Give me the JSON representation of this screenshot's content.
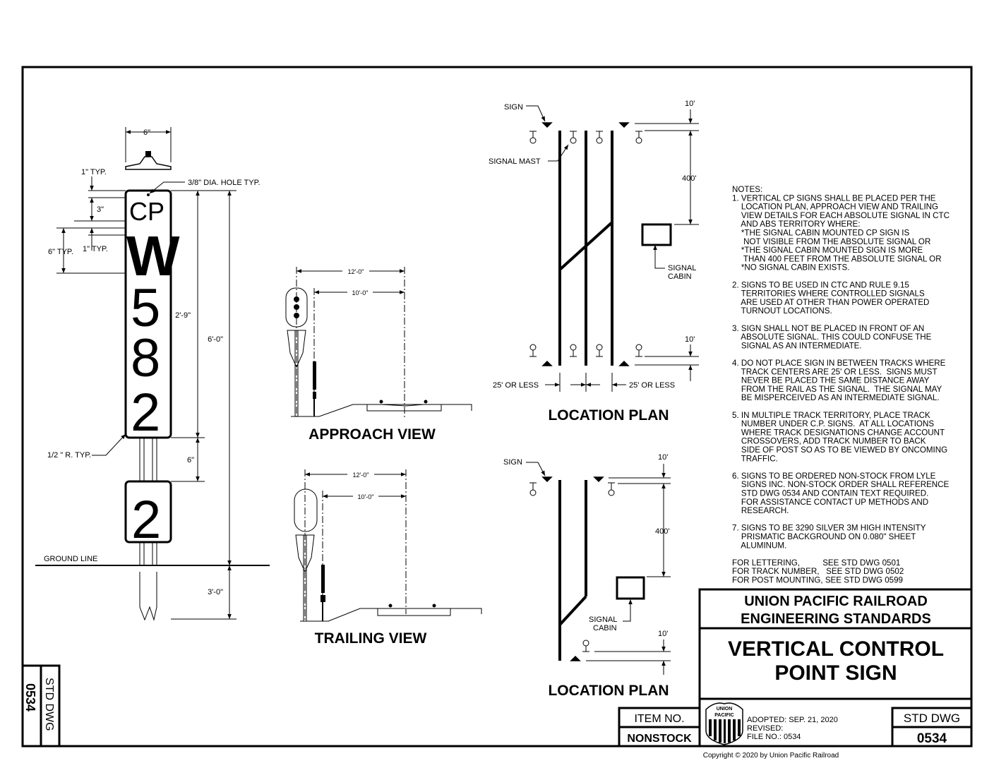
{
  "sign_detail": {
    "sign_text": [
      "CP",
      "W",
      "5",
      "8",
      "2"
    ],
    "track_number": "2",
    "dims": {
      "width": "6\"",
      "one_typ": "1\" TYP.",
      "hole": "3/8\" DIA. HOLE TYP.",
      "three": "3\"",
      "six_typ": "6\" TYP.",
      "one_typ2": "1\" TYP.",
      "two_nine": "2'-9\"",
      "six_ft": "6'-0\"",
      "six_in": "6\"",
      "radius": "1/2 \" R. TYP.",
      "three_ft": "3'-0\""
    },
    "ground_line": "GROUND LINE"
  },
  "approach_view": {
    "title": "APPROACH VIEW",
    "dim1": "12'-0\"",
    "dim2": "10'-0\""
  },
  "trailing_view": {
    "title": "TRAILING VIEW",
    "dim1": "12'-0\"",
    "dim2": "10'-0\""
  },
  "location_plan_1": {
    "title": "LOCATION PLAN",
    "sign": "SIGN",
    "signal_mast": "SIGNAL MAST",
    "ten_top": "10'",
    "four_hundred": "400'",
    "cabin1": "SIGNAL",
    "cabin2": "CABIN",
    "ten_bottom": "10'",
    "left_dist": "25' OR LESS",
    "right_dist": "25' OR LESS"
  },
  "location_plan_2": {
    "title": "LOCATION PLAN",
    "sign": "SIGN",
    "ten_top": "10'",
    "four_hundred": "400'",
    "cabin1": "SIGNAL",
    "cabin2": "CABIN",
    "ten_bottom": "10'"
  },
  "notes": {
    "heading": "NOTES:",
    "lines": [
      "1. VERTICAL CP SIGNS SHALL BE PLACED PER THE",
      "    LOCATION PLAN, APPROACH VIEW AND TRAILING",
      "    VIEW DETAILS FOR EACH ABSOLUTE SIGNAL IN CTC",
      "    AND ABS TERRITORY WHERE:",
      "    *THE SIGNAL CABIN MOUNTED CP SIGN IS",
      "     NOT VISIBLE FROM THE ABSOLUTE SIGNAL OR",
      "    *THE SIGNAL CABIN MOUNTED SIGN IS MORE",
      "     THAN 400 FEET FROM THE ABSOLUTE SIGNAL OR",
      "    *NO SIGNAL CABIN EXISTS.",
      "",
      "2. SIGNS TO BE USED IN CTC AND RULE 9.15",
      "    TERRITORIES WHERE CONTROLLED SIGNALS",
      "    ARE USED AT OTHER THAN POWER OPERATED",
      "    TURNOUT LOCATIONS.",
      "",
      "3. SIGN SHALL NOT BE PLACED IN FRONT OF AN",
      "    ABSOLUTE SIGNAL. THIS COULD CONFUSE THE",
      "    SIGNAL AS AN INTERMEDIATE.",
      "",
      "4. DO NOT PLACE SIGN IN BETWEEN TRACKS WHERE",
      "    TRACK CENTERS ARE 25' OR LESS.  SIGNS MUST",
      "    NEVER BE PLACED THE SAME DISTANCE AWAY",
      "    FROM THE RAIL AS THE SIGNAL.  THE SIGNAL MAY",
      "    BE MISPERCEIVED AS AN INTERMEDIATE SIGNAL.",
      "",
      "5. IN MULTIPLE TRACK TERRITORY, PLACE TRACK",
      "    NUMBER UNDER C.P. SIGNS.  AT ALL LOCATIONS",
      "    WHERE TRACK DESIGNATIONS CHANGE ACCOUNT",
      "    CROSSOVERS, ADD TRACK NUMBER TO BACK",
      "    SIDE OF POST SO AS TO BE VIEWED BY ONCOMING",
      "    TRAFFIC.",
      "",
      "6. SIGNS TO BE ORDERED NON-STOCK FROM LYLE",
      "    SIGNS INC. NON-STOCK ORDER SHALL REFERENCE",
      "    STD DWG 0534 AND CONTAIN TEXT REQUIRED.",
      "    FOR ASSISTANCE CONTACT UP METHODS AND",
      "    RESEARCH.",
      "",
      "7. SIGNS TO BE 3290 SILVER 3M HIGH INTENSITY",
      "    PRISMATIC BACKGROUND ON 0.080\" SHEET",
      "    ALUMINUM.",
      "",
      "FOR LETTERING,          SEE STD DWG 0501",
      "FOR TRACK NUMBER,   SEE STD DWG 0502",
      "FOR POST MOUNTING, SEE STD DWG 0599"
    ]
  },
  "title_block": {
    "org1": "UNION PACIFIC RAILROAD",
    "org2": "ENGINEERING STANDARDS",
    "title1": "VERTICAL CONTROL",
    "title2": "POINT SIGN",
    "logo_text": [
      "UNION",
      "PACIFIC"
    ],
    "adopted": "ADOPTED: SEP. 21, 2020",
    "revised": "REVISED:",
    "file_no": "FILE NO.: 0534",
    "std_dwg_label": "STD DWG",
    "std_dwg_number": "0534",
    "item_no_label": "ITEM NO.",
    "item_no_value": "NONSTOCK",
    "side_label": "STD DWG",
    "side_number": "0534",
    "copyright": "Copyright © 2020 by Union Pacific Railroad"
  }
}
